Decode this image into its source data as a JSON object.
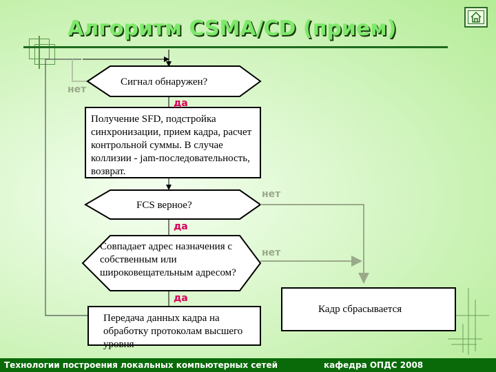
{
  "title": "Алгоритм CSMA/CD (прием)",
  "nodes": {
    "signal": "Сигнал обнаружен?",
    "receive": "Получение SFD, подстройка синхронизации, прием кадра, расчет контрольной суммы. В случае коллизии - jam-последовательность, возврат.",
    "fcs": "FCS верное?",
    "address": "Совпадает адрес назначения с собственным или широковещательным адресом?",
    "transfer": "Передача данных кадра на обработку протоколам высшего уровня",
    "discard": "Кадр сбрасывается"
  },
  "labels": {
    "yes": "да",
    "no": "нет"
  },
  "colors": {
    "yes": "#d8005a",
    "no": "#9aa98a"
  },
  "footer": {
    "left": "Технологии построения локальных компьютерных сетей",
    "right": "кафедра ОПДС   2008"
  }
}
